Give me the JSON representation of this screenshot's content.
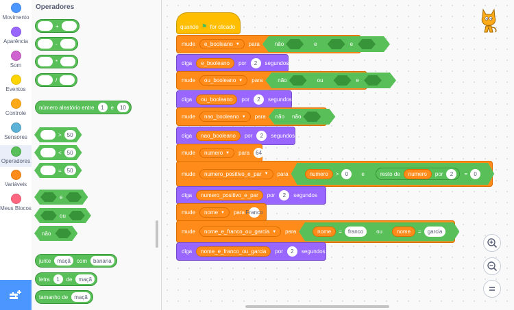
{
  "categories": [
    {
      "label": "Movimento",
      "color": "#4c97ff"
    },
    {
      "label": "Aparência",
      "color": "#9966ff"
    },
    {
      "label": "Som",
      "color": "#cf63cf"
    },
    {
      "label": "Eventos",
      "color": "#ffd500"
    },
    {
      "label": "Controle",
      "color": "#ffab19"
    },
    {
      "label": "Sensores",
      "color": "#5cb1d6"
    },
    {
      "label": "Operadores",
      "color": "#59c059"
    },
    {
      "label": "Variáveis",
      "color": "#ff8c1a"
    },
    {
      "label": "Meus Blocos",
      "color": "#ff6680"
    }
  ],
  "palette": {
    "title": "Operadores",
    "add": "+",
    "sub": "-",
    "mul": "*",
    "div": "/",
    "random": {
      "text": "número aleatório entre",
      "from": "1",
      "e": "e",
      "to": "10"
    },
    "gt": {
      "op": ">",
      "val": "50"
    },
    "lt": {
      "op": "<",
      "val": "50"
    },
    "eq": {
      "op": "=",
      "val": "50"
    },
    "and": "e",
    "or": "ou",
    "not": "não",
    "join": {
      "text": "junte",
      "a": "maçã",
      "com": "com",
      "b": "banana"
    },
    "letter": {
      "text": "letra",
      "n": "1",
      "de": "de",
      "w": "maçã"
    },
    "length": {
      "text": "tamanho de",
      "w": "maçã"
    }
  },
  "script": {
    "hat": {
      "text": "quando",
      "clicked": "for clicado"
    },
    "b1": {
      "set": "mude",
      "var": "e_booleano",
      "para": "para",
      "not": "não",
      "e1": "e",
      "e2": "e"
    },
    "b2": {
      "say": "diga",
      "var": "e_booleano",
      "por": "por",
      "n": "2",
      "seg": "segundos"
    },
    "b3": {
      "set": "mude",
      "var": "ou_booleano",
      "para": "para",
      "not": "não",
      "ou": "ou",
      "e": "e"
    },
    "b4": {
      "say": "diga",
      "var": "ou_booleano",
      "por": "por",
      "n": "2",
      "seg": "segundos"
    },
    "b5": {
      "set": "mude",
      "var": "nao_booleano",
      "para": "para",
      "not1": "não",
      "not2": "não"
    },
    "b6": {
      "say": "diga",
      "var": "nao_booleano",
      "por": "por",
      "n": "2",
      "seg": "segundos"
    },
    "b7": {
      "set": "mude",
      "var": "numero",
      "para": "para",
      "val": "64"
    },
    "b8": {
      "set": "mude",
      "var": "numero_positivo_e_par",
      "para": "para",
      "numero": "numero",
      "gt": ">",
      "zero": "0",
      "e": "e",
      "resto": "resto de",
      "numero2": "numero",
      "por": "por",
      "dois": "2",
      "eq": "=",
      "zero2": "0"
    },
    "b9": {
      "say": "diga",
      "var": "numero_positivo_e_par",
      "por": "por",
      "n": "2",
      "seg": "segundos"
    },
    "b10": {
      "set": "mude",
      "var": "nome",
      "para": "para",
      "val": "Franco"
    },
    "b11": {
      "set": "mude",
      "var": "nome_e_franco_ou_garcia",
      "para": "para",
      "nome1": "nome",
      "eq1": "=",
      "franco": "franco",
      "ou": "ou",
      "nome2": "nome",
      "eq2": "=",
      "garcia": "garcia"
    },
    "b12": {
      "say": "diga",
      "var": "nome_e_franco_ou_garcia",
      "por": "por",
      "n": "2",
      "seg": "segundos"
    }
  },
  "colors": {
    "operators": "#59c059",
    "variables": "#ff8c1a",
    "looks": "#9966ff",
    "events": "#ffbf00",
    "accent": "#4c97ff"
  },
  "icons": {
    "flag": "green-flag-icon",
    "sprite": "scratch-cat-icon",
    "zoom_in": "zoom-in-icon",
    "zoom_out": "zoom-out-icon",
    "zoom_reset": "zoom-reset-icon",
    "extension": "add-extension-icon"
  }
}
